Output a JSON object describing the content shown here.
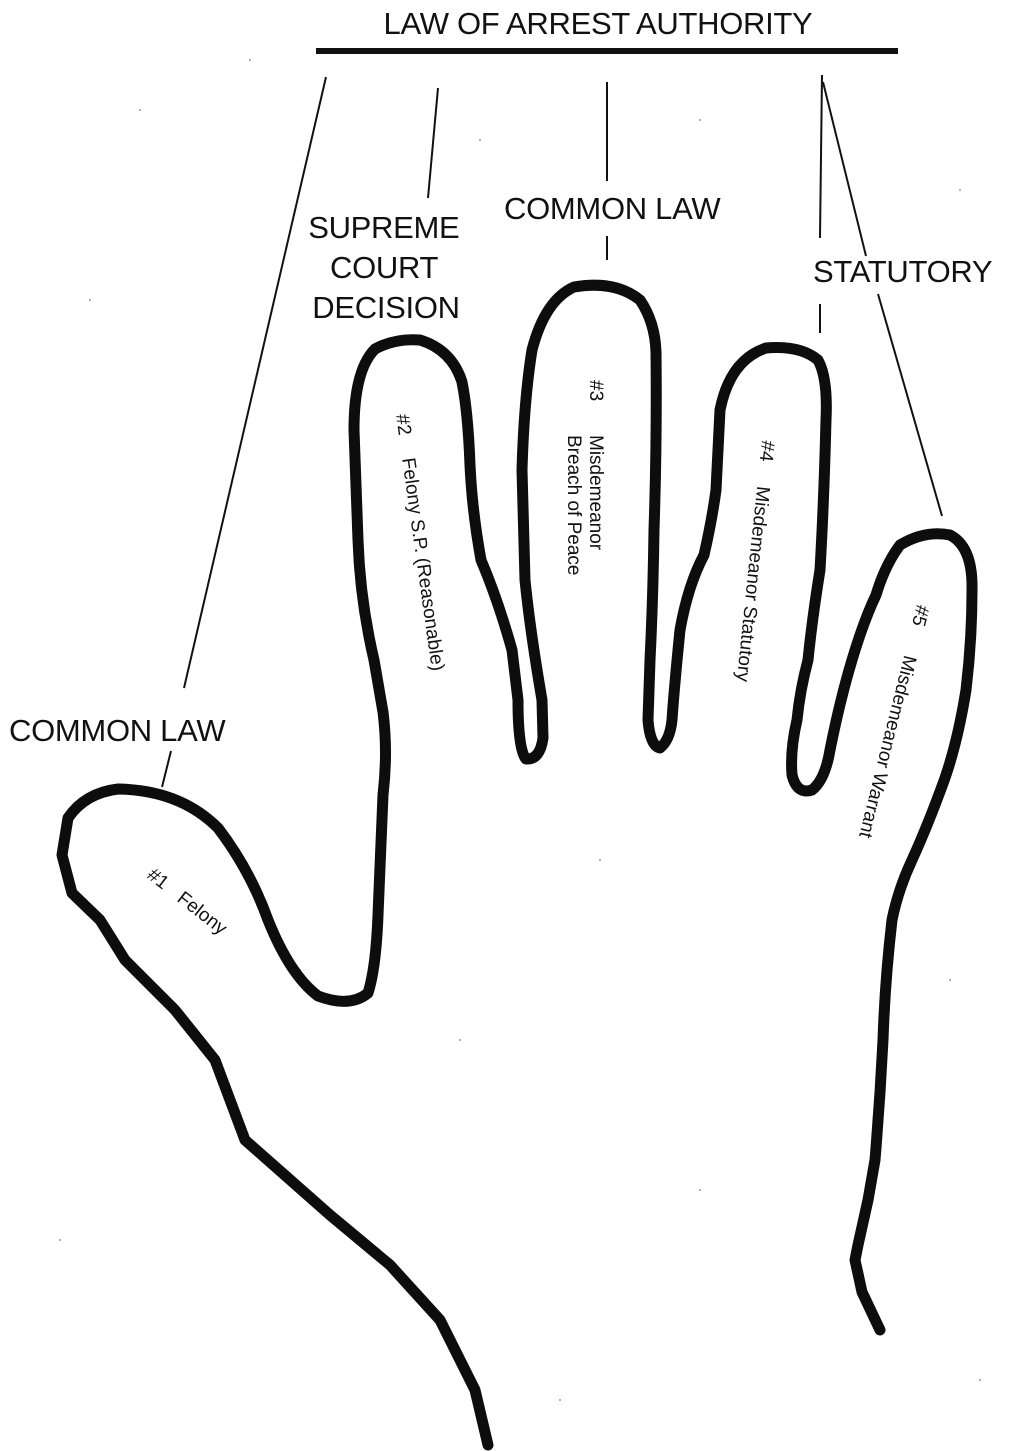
{
  "title": "LAW OF ARREST AUTHORITY",
  "categories": {
    "common_law_thumb": "COMMON LAW",
    "supreme_court": [
      "SUPREME",
      "COURT",
      "DECISION"
    ],
    "common_law_middle": "COMMON LAW",
    "statutory": "STATUTORY"
  },
  "fingers": [
    {
      "number": "#1",
      "lines": [
        "Felony"
      ]
    },
    {
      "number": "#2",
      "lines": [
        "Felony S.P. (Reasonable)"
      ]
    },
    {
      "number": "#3",
      "lines": [
        "Misdemeanor",
        "Breach of Peace"
      ]
    },
    {
      "number": "#4",
      "lines": [
        "Misdemeanor Statutory"
      ]
    },
    {
      "number": "#5",
      "lines": [
        "Misdemeanor Warrant"
      ]
    }
  ],
  "colors": {
    "ink": "#111111",
    "paper": "#ffffff"
  }
}
